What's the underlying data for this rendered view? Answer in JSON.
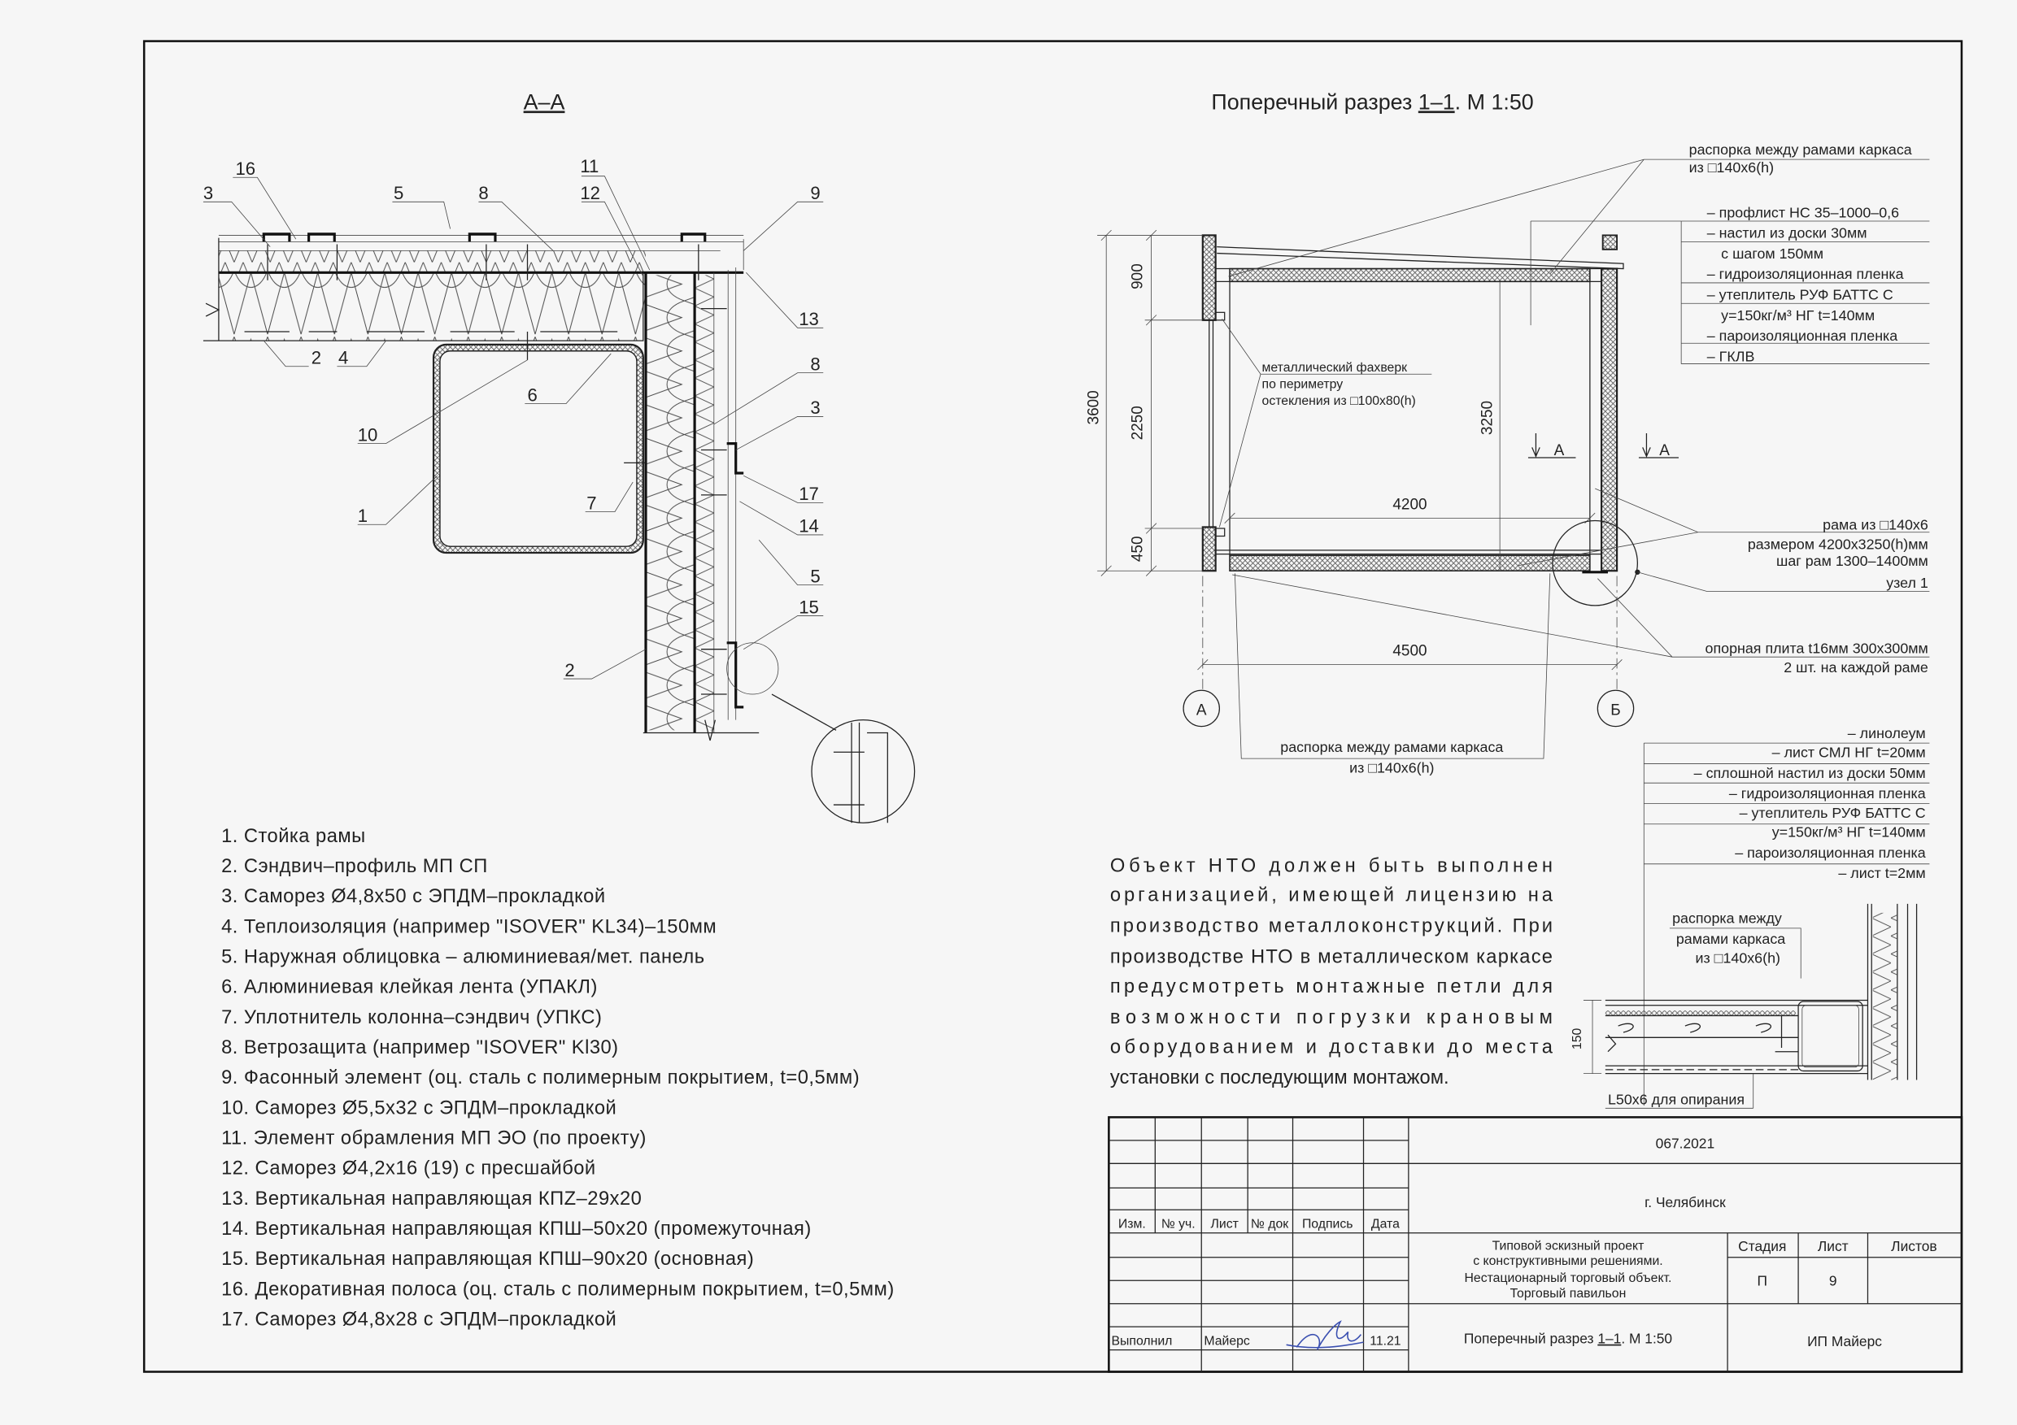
{
  "section_aa": {
    "title": "А–А",
    "callouts": [
      "16",
      "3",
      "5",
      "8",
      "11",
      "12",
      "9",
      "13",
      "8",
      "3",
      "17",
      "14",
      "5",
      "15",
      "2",
      "4",
      "6",
      "10",
      "1",
      "7",
      "2"
    ]
  },
  "section_11": {
    "title_prefix": "Поперечный разрез ",
    "title_ref": "1–1",
    "title_suffix": ". М 1:50",
    "dims": {
      "total_height": "3600",
      "top": "900",
      "middle": "2250",
      "bottom": "450",
      "frame_height": "3250",
      "frame_width": "4200",
      "axis_span": "4500"
    },
    "axes": [
      "А",
      "Б"
    ],
    "cut_marks": [
      "А",
      "А"
    ],
    "strut_top": [
      "распорка между рамами каркаса",
      "из □140х6(h)"
    ],
    "roof_layers": [
      "– профлист НС 35–1000–0,6",
      "– настил из доски 30мм",
      "с шагом 150мм",
      "– гидроизоляционная пленка",
      "– утеплитель РУФ БАТТС С",
      "y=150кг/м³ НГ t=140мм",
      "– пароизоляционная пленка",
      "– ГКЛВ"
    ],
    "fachwerk": [
      "металлический фахверк",
      "по периметру",
      "остекления из □100x80(h)"
    ],
    "frame_note": [
      "рама из □140х6",
      "размером 4200х3250(h)мм",
      "шаг рам 1300–1400мм"
    ],
    "node": "узел 1",
    "base_plate": [
      "опорная плита t16мм 300х300мм",
      "2 шт. на каждой раме"
    ],
    "strut_bottom": [
      "распорка между рамами каркаса",
      "из □140х6(h)"
    ]
  },
  "node_detail": {
    "floor_layers": [
      "– линолеум",
      "– лист СМЛ НГ t=20мм",
      "– сплошной настил из доски 50мм",
      "– гидроизоляционная пленка",
      "– утеплитель РУФ БАТТС С",
      "y=150кг/м³ НГ t=140мм",
      "– пароизоляционная пленка",
      "– лист t=2мм"
    ],
    "strut": [
      "распорка между",
      "рамами каркаса",
      "из □140х6(h)"
    ],
    "angle": "L50х6 для опирания",
    "dim": "150"
  },
  "legend": [
    "1. Стойка рамы",
    "2. Сэндвич–профиль МП СП",
    "3. Саморез Ø4,8x50 с ЭПДМ–прокладкой",
    "4. Теплоизоляция (например \"ISOVER\" KL34)–150мм",
    "5. Наружная облицовка – алюминиевая/мет. панель",
    "6. Алюминиевая клейкая лента (УПАКЛ)",
    "7. Уплотнитель колонна–сэндвич (УПКС)",
    "8. Ветрозащита (например \"ISOVER\" Kl30)",
    "9. Фасонный элемент (оц. сталь с полимерным покрытием, t=0,5мм)",
    "10. Саморез Ø5,5x32 с ЭПДМ–прокладкой",
    "11. Элемент обрамления МП ЭО (по проекту)",
    "12. Саморез Ø4,2x16 (19) с пресшайбой",
    "13. Вертикальная направляющая КПZ–29x20",
    "14. Вертикальная направляющая КПШ–50x20 (промежуточная)",
    "15. Вертикальная направляющая КПШ–90x20 (основная)",
    "16. Декоративная полоса (оц. сталь с полимерным покрытием, t=0,5мм)",
    "17. Саморез Ø4,8x28 с ЭПДМ–прокладкой"
  ],
  "note_lines": [
    "Объект НТО должен быть выполнен",
    "организацией, имеющей лицензию на",
    "производство металлоконструкций. При",
    "производстве НТО в металлическом каркасе",
    "предусмотреть монтажные петли для",
    "возможности погрузки крановым",
    "оборудованием и доставки до места",
    "установки с последующим монтажом."
  ],
  "title_block": {
    "code": "067.2021",
    "city": "г. Челябинск",
    "headers": [
      "Изм.",
      "№ уч.",
      "Лист",
      "№ док",
      "Подпись",
      "Дата"
    ],
    "project": [
      "Типовой эскизный проект",
      "с конструктивными решениями.",
      "Нестационарный торговый объект.",
      "Торговый павильон"
    ],
    "stage_label": "Стадия",
    "sheet_label": "Лист",
    "sheets_label": "Листов",
    "stage": "П",
    "sheet": "9",
    "role": "Выполнил",
    "author": "Майерс",
    "date": "11.21",
    "sheet_title_prefix": "Поперечный разрез ",
    "sheet_title_ref": "1–1",
    "sheet_title_suffix": ". М 1:50",
    "organization": "ИП Майерс",
    "signature_color": "#3a4fb0"
  }
}
